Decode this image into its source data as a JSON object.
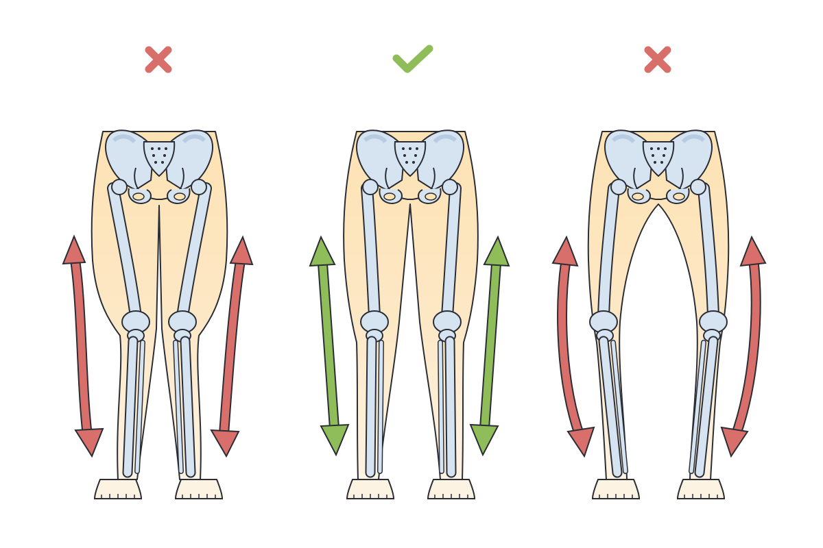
{
  "colors": {
    "background": "#ffffff",
    "incorrect": "#d86f6a",
    "correct": "#8fbd5a",
    "skin_top": "#fde4b8",
    "skin_bottom": "#fdf0dc",
    "bone": "#d6e4f2",
    "bone_shade": "#b7cce2",
    "outline": "#2b2d35"
  },
  "panels": [
    {
      "id": "knock-knees",
      "verdict": "incorrect",
      "icon": "cross-icon",
      "alignment": "knock-knee"
    },
    {
      "id": "normal",
      "verdict": "correct",
      "icon": "check-icon",
      "alignment": "straight"
    },
    {
      "id": "bow-legs",
      "verdict": "incorrect",
      "icon": "cross-icon",
      "alignment": "bow-leg"
    }
  ]
}
